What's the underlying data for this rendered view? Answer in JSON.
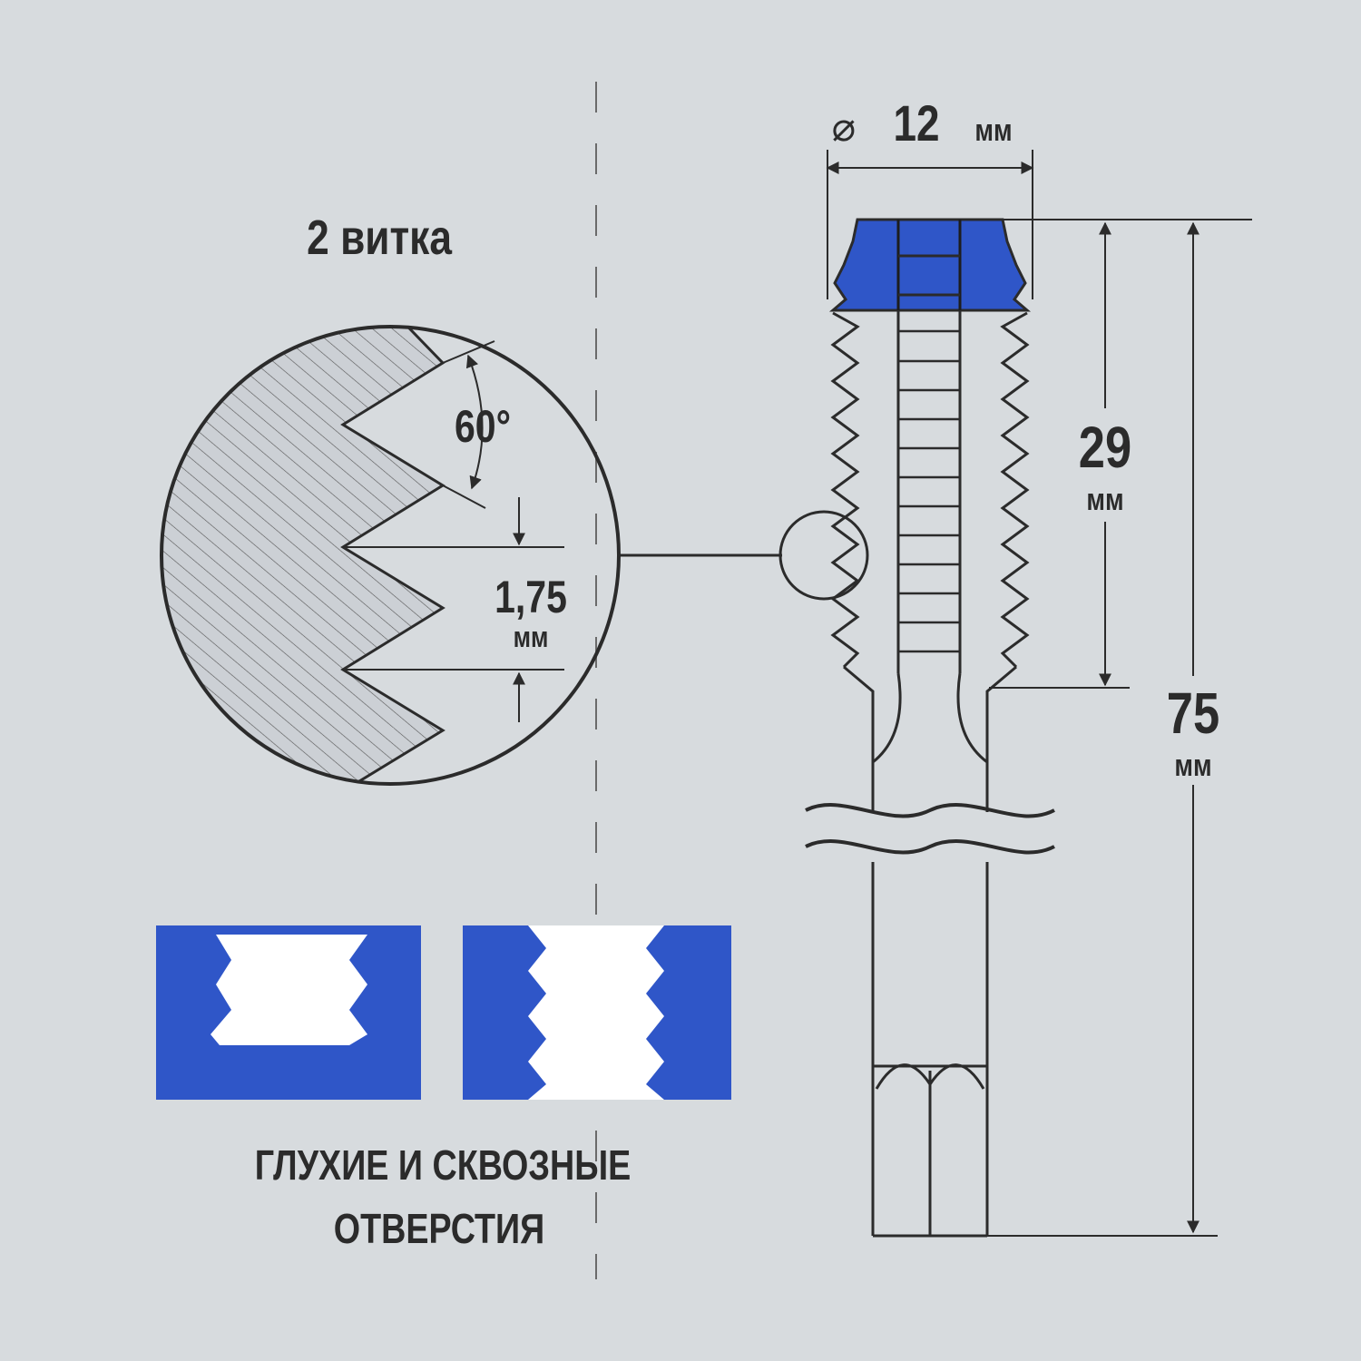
{
  "labels": {
    "turns": "2 витка",
    "diameter_symbol": "⌀",
    "diameter_value": "12",
    "diameter_unit": "мм",
    "thread_angle": "60°",
    "pitch_value": "1,75",
    "pitch_unit": "мм",
    "thread_length_value": "29",
    "thread_length_unit": "мм",
    "total_length_value": "75",
    "total_length_unit": "мм",
    "holes_line1": "ГЛУХИЕ И СКВОЗНЫЕ",
    "holes_line2": "ОТВЕРСТИЯ"
  },
  "colors": {
    "background": "#d7dbde",
    "ink": "#2b2b2b",
    "accent_blue": "#2f56c8",
    "hatch_fill": "#c9ccd1"
  },
  "icons": {
    "blind_hole": "blind-hole-icon",
    "through_hole": "through-hole-icon"
  }
}
